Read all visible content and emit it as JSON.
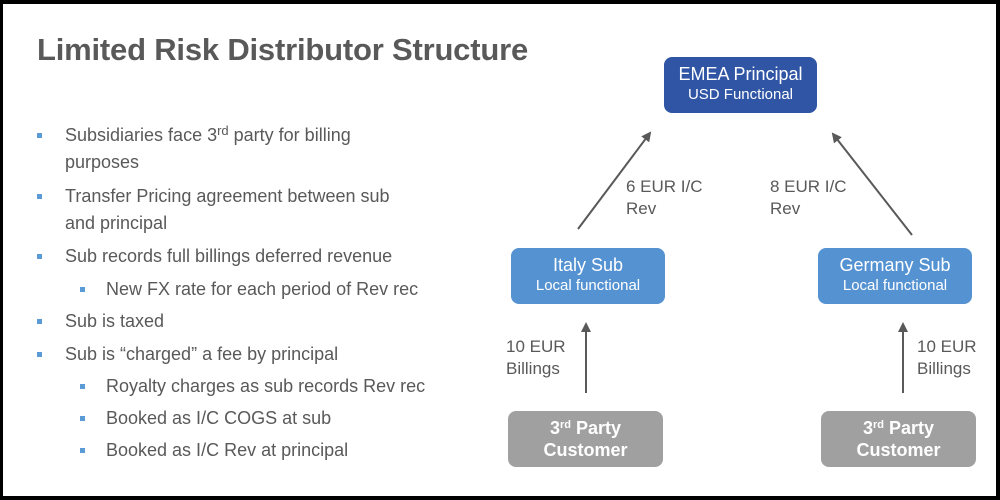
{
  "slide": {
    "title": "Limited Risk Distributor Structure"
  },
  "bullets": [
    {
      "level": 1,
      "pre": "Subsidiaries face 3",
      "sup": "rd",
      "post": " party for billing",
      "cont": "purposes"
    },
    {
      "level": 1,
      "text": "Transfer Pricing agreement between sub",
      "cont": "and principal"
    },
    {
      "level": 1,
      "text": "Sub records full billings deferred revenue"
    },
    {
      "level": 2,
      "text": "New FX rate for each period of Rev rec"
    },
    {
      "level": 1,
      "text": "Sub is taxed"
    },
    {
      "level": 1,
      "text": "Sub is “charged” a fee by principal"
    },
    {
      "level": 2,
      "text": "Royalty charges as sub records Rev rec"
    },
    {
      "level": 2,
      "text": "Booked as I/C COGS at sub"
    },
    {
      "level": 2,
      "text": "Booked as I/C Rev at principal"
    }
  ],
  "diagram": {
    "principal": {
      "name": "EMEA Principal",
      "sub": "USD Functional"
    },
    "italy": {
      "name": "Italy Sub",
      "sub": "Local functional"
    },
    "germany": {
      "name": "Germany Sub",
      "sub": "Local functional"
    },
    "customer_left": {
      "pre": "3",
      "sup": "rd",
      "post": " Party",
      "line2": "Customer"
    },
    "customer_right": {
      "pre": "3",
      "sup": "rd",
      "post": " Party",
      "line2": "Customer"
    },
    "flows": {
      "italy_to_principal": {
        "line1": "6 EUR I/C",
        "line2": "Rev"
      },
      "germany_to_principal": {
        "line1": "8 EUR I/C",
        "line2": "Rev"
      },
      "customer_to_italy": {
        "line1": "10 EUR",
        "line2": "Billings"
      },
      "customer_to_germany": {
        "line1": "10 EUR",
        "line2": "Billings"
      }
    },
    "colors": {
      "principal": "#2f55a4",
      "sub": "#5592d2",
      "customer": "#a0a0a0",
      "arrow": "#595959",
      "bullet": "#5b9bd5"
    }
  }
}
